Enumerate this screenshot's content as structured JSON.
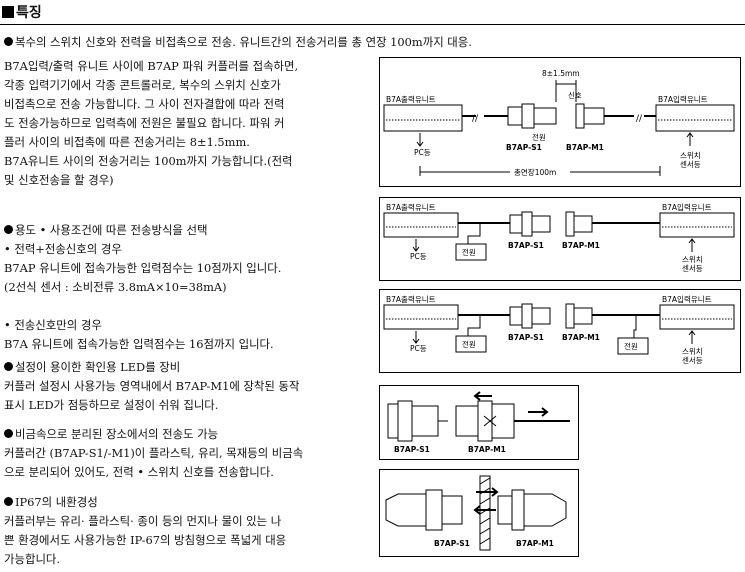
{
  "title": "특징",
  "features": [
    {
      "heading": "복수의 스위치 신호와 전력을 비접촉으로 전송. 유니트간의 전송거리를 총 연장 100m까지 대응.",
      "lines": [
        "B7A입력/출력 유니트 사이에 B7AP 파워 커플러를 접속하면,",
        "각종 입력기기에서 각종 콘트롤러로, 복수의 스위치 신호가",
        "비접촉으로 전송 가능합니다. 그 사이 전자결합에 따라 전력",
        "도 전송가능하므로 입력측에 전원은 불필요 합니다. 파워 커",
        "플러 사이의 비접촉에 따른 전송거리는 8±1.5mm.",
        "B7A유니트 사이의 전송거리는 100m까지 가능합니다.(전력",
        "및 신호전송을 할 경우)"
      ]
    },
    {
      "heading": "용도 • 사용조건에 따른 전송방식을 선택",
      "lines": [
        "• 전력+전송신호의 경우",
        "B7AP 유니트에 접속가능한 입력점수는 10점까지 입니다.",
        "(2선식 센서 : 소비전류 3.8mA×10=38mA)",
        "",
        "• 전송신호만의 경우",
        "B7A 유니트에 접속가능한 입력점수는 16점까지 입니다."
      ]
    },
    {
      "heading": "설정이 용이한 확인용 LED를 장비",
      "lines": [
        "커플러 설정시 사용가능 영역내에서 B7AP-M1에 장착된 동작",
        "표시 LED가 점등하므로 설정이 쉬워 집니다."
      ]
    },
    {
      "heading": "비금속으로 분리된 장소에서의 전송도 가능",
      "lines": [
        "커플러간 (B7AP-S1/-M1)이 플라스틱, 유리, 목재등의 비금속",
        "으로 분리되어 있어도, 전력 • 스위치 신호를 전송합니다."
      ]
    },
    {
      "heading": "IP67의 내환경성",
      "lines": [
        "커플러부는 유리· 플라스틱· 종이 등의 먼지나 물이 있는 나",
        "쁜 환경에서도 사용가능한 IP-67의 방침형으로 폭넓게 대응",
        "가능합니다."
      ]
    }
  ],
  "diagrams": {
    "d1": {
      "out_unit": "B7A출력유니트",
      "in_unit": "B7A입력유니트",
      "gap": "8±1.5mm",
      "signal": "신호",
      "power": "전원",
      "s1": "B7AP-S1",
      "m1": "B7AP-M1",
      "pc": "PC등",
      "sw1": "스위치",
      "sw2": "센서등",
      "total": "총연장100m"
    },
    "d2": {
      "out_unit": "B7A출력유니트",
      "in_unit": "B7A입력유니트",
      "s1": "B7AP-S1",
      "m1": "B7AP-M1",
      "pc": "PC등",
      "power": "전원",
      "sw1": "스위치",
      "sw2": "센서등"
    },
    "d3": {
      "out_unit": "B7A출력유니트",
      "in_unit": "B7A입력유니트",
      "s1": "B7AP-S1",
      "m1": "B7AP-M1",
      "pc": "PC등",
      "power_a": "전원",
      "power_b": "전원",
      "sw1": "스위치",
      "sw2": "센서등"
    },
    "d4": {
      "s1": "B7AP-S1",
      "m1": "B7AP-M1"
    },
    "d5": {
      "s1": "B7AP-S1",
      "m1": "B7AP-M1"
    }
  }
}
